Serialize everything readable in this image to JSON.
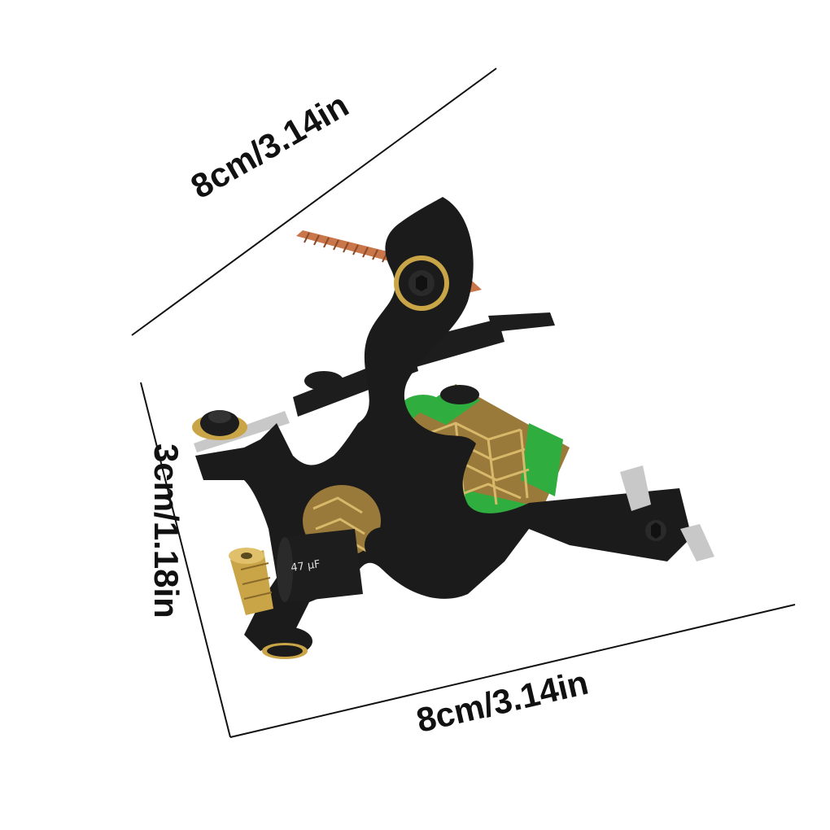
{
  "dimensions": {
    "top": "8cm/3.14in",
    "left": "3cm/1.18in",
    "bottom": "8cm/3.14in"
  },
  "capacitor_marking": "47 µF",
  "colors": {
    "frame": "#1b1b1b",
    "coil_wrap": "#9a7a3a",
    "coil_highlight": "#d8b96a",
    "coil_ring": "#2fae3f",
    "brass": "#c9a548",
    "copper": "#c8764a",
    "silver": "#c8c8c8",
    "dimension_line": "#111111"
  }
}
